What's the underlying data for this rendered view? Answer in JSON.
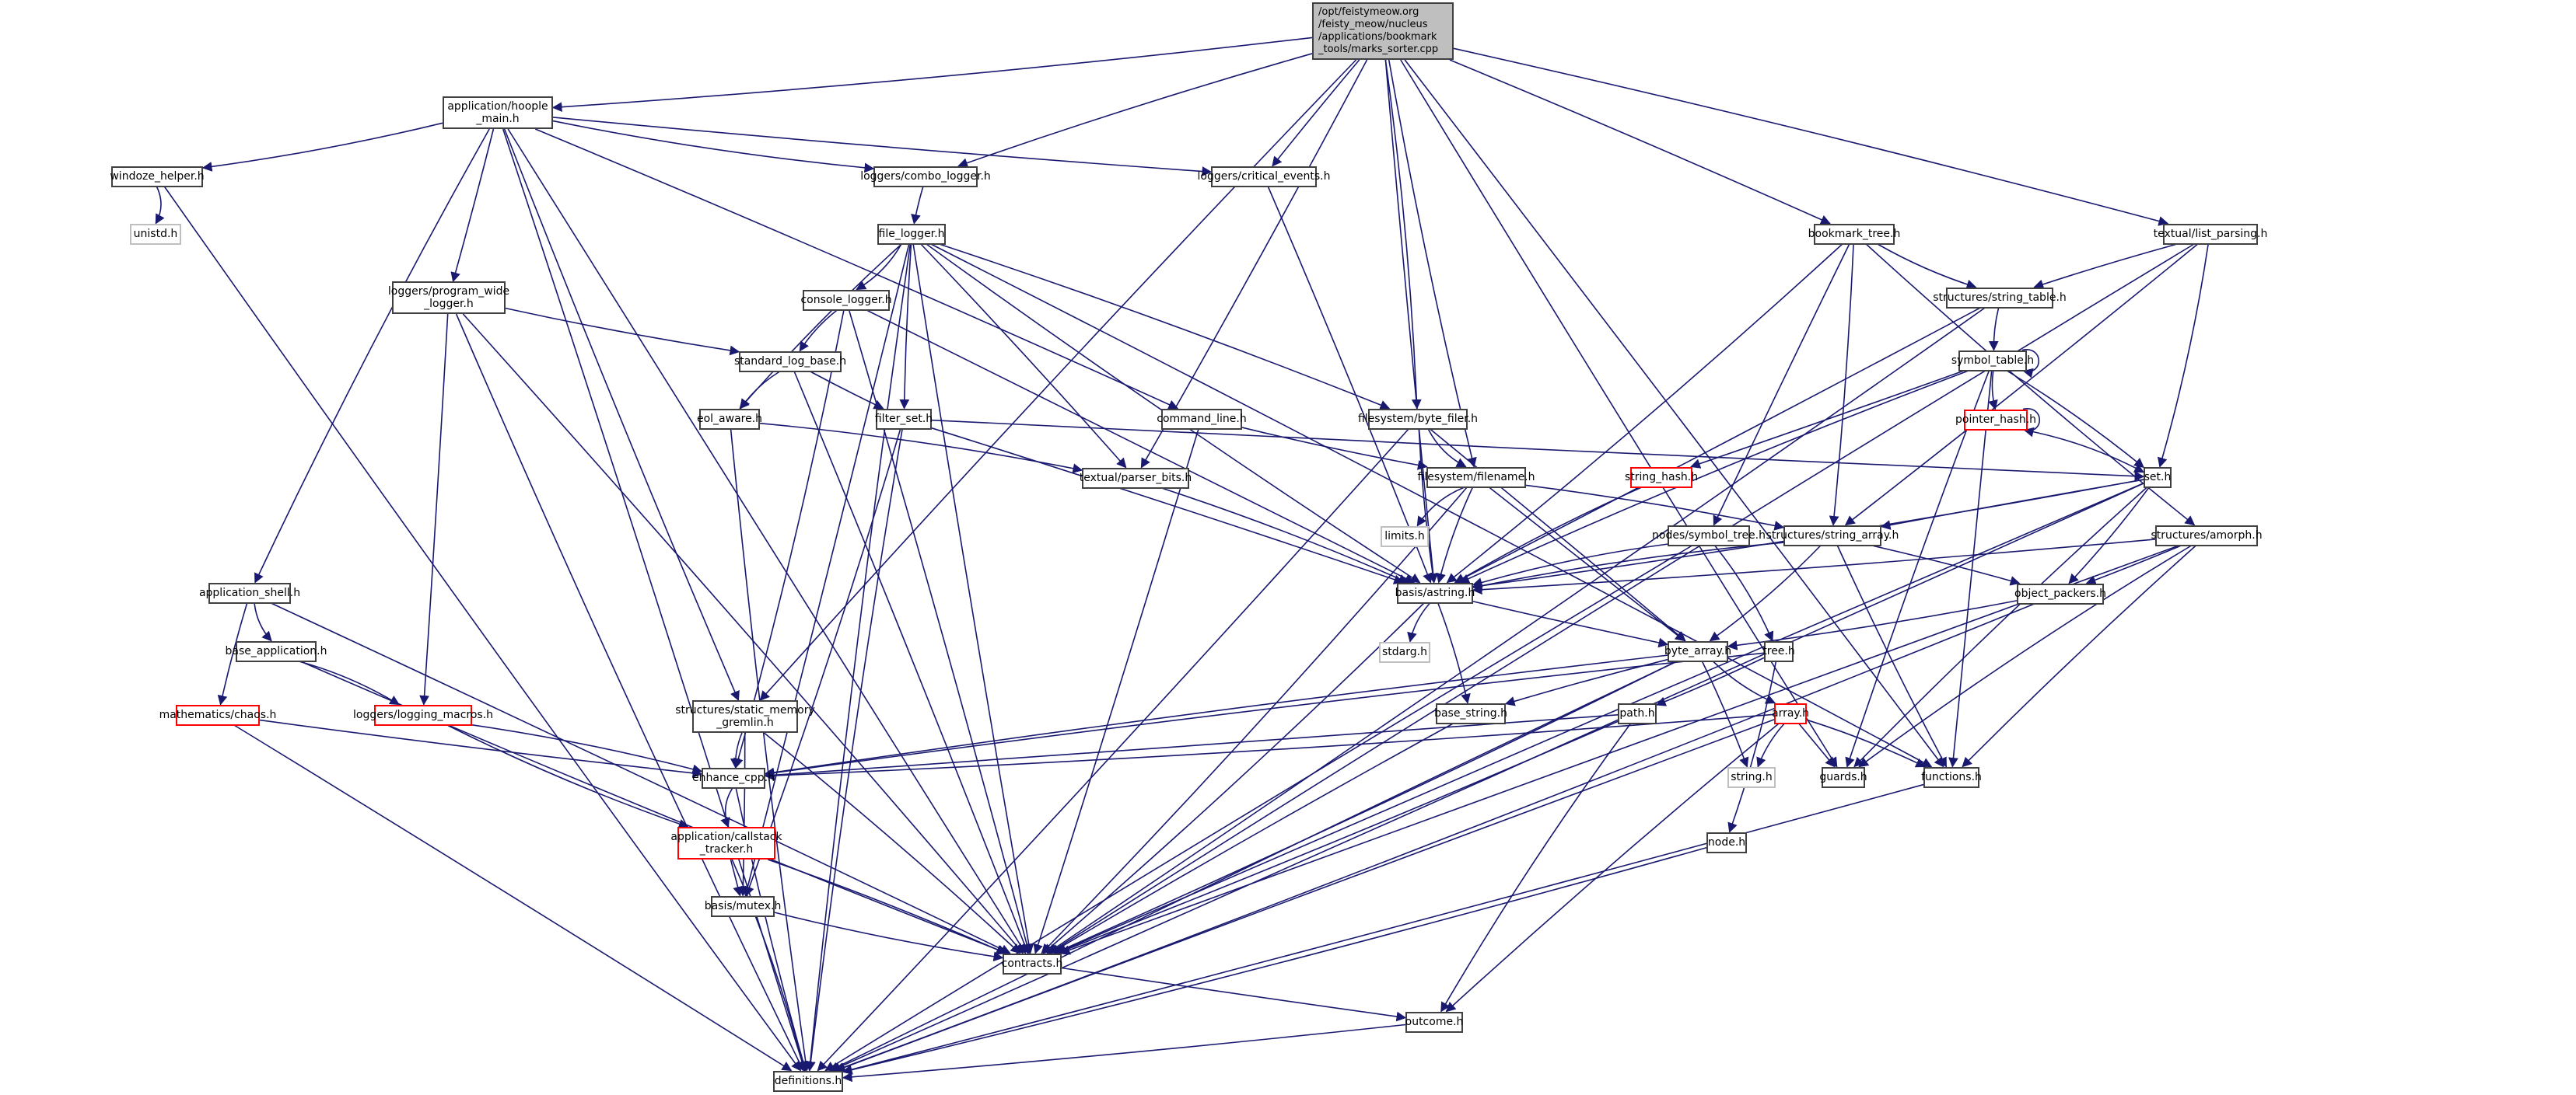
{
  "title": "/opt/feistymeow.org/feisty_meow/nucleus/applications/bookmark_tools/marks_sorter.cpp",
  "colors": {
    "edge": "#191970",
    "root_fill": "#bfbfbf",
    "node_border": "#404040",
    "missing_border": "#ff0000",
    "external_border": "#bfbfbf"
  },
  "nodes": [
    {
      "id": "root",
      "label": "/opt/feistymeow.org\n/feisty_meow/nucleus\n/applications/bookmark\n_tools/marks_sorter.cpp",
      "kind": "root"
    },
    {
      "id": "hoople_main",
      "label": "application/hoople\n_main.h",
      "kind": "normal"
    },
    {
      "id": "windoze_helper",
      "label": "windoze_helper.h",
      "kind": "normal"
    },
    {
      "id": "unistd",
      "label": "unistd.h",
      "kind": "external"
    },
    {
      "id": "combo_logger",
      "label": "loggers/combo_logger.h",
      "kind": "normal"
    },
    {
      "id": "critical_events",
      "label": "loggers/critical_events.h",
      "kind": "normal"
    },
    {
      "id": "file_logger",
      "label": "file_logger.h",
      "kind": "normal"
    },
    {
      "id": "program_wide_logger",
      "label": "loggers/program_wide\n_logger.h",
      "kind": "normal"
    },
    {
      "id": "console_logger",
      "label": "console_logger.h",
      "kind": "normal"
    },
    {
      "id": "standard_log_base",
      "label": "standard_log_base.h",
      "kind": "normal"
    },
    {
      "id": "eol_aware",
      "label": "eol_aware.h",
      "kind": "normal"
    },
    {
      "id": "filter_set",
      "label": "filter_set.h",
      "kind": "normal"
    },
    {
      "id": "command_line",
      "label": "command_line.h",
      "kind": "normal"
    },
    {
      "id": "parser_bits",
      "label": "textual/parser_bits.h",
      "kind": "normal"
    },
    {
      "id": "byte_filer",
      "label": "filesystem/byte_filer.h",
      "kind": "normal"
    },
    {
      "id": "filename",
      "label": "filesystem/filename.h",
      "kind": "normal"
    },
    {
      "id": "limits",
      "label": "limits.h",
      "kind": "external"
    },
    {
      "id": "bookmark_tree",
      "label": "bookmark_tree.h",
      "kind": "normal"
    },
    {
      "id": "list_parsing",
      "label": "textual/list_parsing.h",
      "kind": "normal"
    },
    {
      "id": "string_table",
      "label": "structures/string_table.h",
      "kind": "normal"
    },
    {
      "id": "symbol_table",
      "label": "symbol_table.h",
      "kind": "normal"
    },
    {
      "id": "pointer_hash",
      "label": "pointer_hash.h",
      "kind": "missing"
    },
    {
      "id": "string_hash",
      "label": "string_hash.h",
      "kind": "missing"
    },
    {
      "id": "set",
      "label": "set.h",
      "kind": "normal"
    },
    {
      "id": "symbol_tree",
      "label": "nodes/symbol_tree.h",
      "kind": "normal"
    },
    {
      "id": "string_array",
      "label": "structures/string_array.h",
      "kind": "normal"
    },
    {
      "id": "amorph",
      "label": "structures/amorph.h",
      "kind": "normal"
    },
    {
      "id": "object_packers",
      "label": "object_packers.h",
      "kind": "normal"
    },
    {
      "id": "astring",
      "label": "basis/astring.h",
      "kind": "normal"
    },
    {
      "id": "stdarg",
      "label": "stdarg.h",
      "kind": "external"
    },
    {
      "id": "byte_array",
      "label": "byte_array.h",
      "kind": "normal"
    },
    {
      "id": "tree",
      "label": "tree.h",
      "kind": "normal"
    },
    {
      "id": "base_string",
      "label": "base_string.h",
      "kind": "normal"
    },
    {
      "id": "path",
      "label": "path.h",
      "kind": "normal"
    },
    {
      "id": "array",
      "label": "array.h",
      "kind": "missing"
    },
    {
      "id": "string_h",
      "label": "string.h",
      "kind": "external"
    },
    {
      "id": "guards",
      "label": "guards.h",
      "kind": "normal"
    },
    {
      "id": "functions",
      "label": "functions.h",
      "kind": "normal"
    },
    {
      "id": "node",
      "label": "node.h",
      "kind": "normal"
    },
    {
      "id": "application_shell",
      "label": "application_shell.h",
      "kind": "normal"
    },
    {
      "id": "base_application",
      "label": "base_application.h",
      "kind": "normal"
    },
    {
      "id": "chaos",
      "label": "mathematics/chaos.h",
      "kind": "missing"
    },
    {
      "id": "logging_macros",
      "label": "loggers/logging_macros.h",
      "kind": "missing"
    },
    {
      "id": "static_memory_gremlin",
      "label": "structures/static_memory\n_gremlin.h",
      "kind": "normal"
    },
    {
      "id": "enhance_cpp",
      "label": "enhance_cpp.h",
      "kind": "normal"
    },
    {
      "id": "callstack_tracker",
      "label": "application/callstack\n_tracker.h",
      "kind": "missing"
    },
    {
      "id": "mutex",
      "label": "basis/mutex.h",
      "kind": "normal"
    },
    {
      "id": "contracts",
      "label": "contracts.h",
      "kind": "normal"
    },
    {
      "id": "outcome",
      "label": "outcome.h",
      "kind": "normal"
    },
    {
      "id": "definitions",
      "label": "definitions.h",
      "kind": "normal"
    }
  ],
  "edges": [
    [
      "root",
      "hoople_main"
    ],
    [
      "root",
      "combo_logger"
    ],
    [
      "root",
      "critical_events"
    ],
    [
      "root",
      "parser_bits"
    ],
    [
      "root",
      "byte_filer"
    ],
    [
      "root",
      "filename"
    ],
    [
      "root",
      "astring"
    ],
    [
      "root",
      "bookmark_tree"
    ],
    [
      "root",
      "list_parsing"
    ],
    [
      "root",
      "static_memory_gremlin"
    ],
    [
      "root",
      "guards"
    ],
    [
      "root",
      "functions"
    ],
    [
      "hoople_main",
      "windoze_helper"
    ],
    [
      "hoople_main",
      "combo_logger"
    ],
    [
      "hoople_main",
      "critical_events"
    ],
    [
      "hoople_main",
      "program_wide_logger"
    ],
    [
      "hoople_main",
      "command_line"
    ],
    [
      "hoople_main",
      "application_shell"
    ],
    [
      "hoople_main",
      "static_memory_gremlin"
    ],
    [
      "hoople_main",
      "contracts"
    ],
    [
      "hoople_main",
      "definitions"
    ],
    [
      "windoze_helper",
      "unistd"
    ],
    [
      "windoze_helper",
      "definitions"
    ],
    [
      "combo_logger",
      "file_logger"
    ],
    [
      "critical_events",
      "astring"
    ],
    [
      "file_logger",
      "console_logger"
    ],
    [
      "file_logger",
      "eol_aware"
    ],
    [
      "file_logger",
      "filter_set"
    ],
    [
      "file_logger",
      "parser_bits"
    ],
    [
      "file_logger",
      "byte_filer"
    ],
    [
      "file_logger",
      "astring"
    ],
    [
      "file_logger",
      "contracts"
    ],
    [
      "file_logger",
      "mutex"
    ],
    [
      "file_logger",
      "functions"
    ],
    [
      "file_logger",
      "definitions"
    ],
    [
      "program_wide_logger",
      "standard_log_base"
    ],
    [
      "program_wide_logger",
      "logging_macros"
    ],
    [
      "program_wide_logger",
      "contracts"
    ],
    [
      "program_wide_logger",
      "definitions"
    ],
    [
      "console_logger",
      "standard_log_base"
    ],
    [
      "console_logger",
      "astring"
    ],
    [
      "console_logger",
      "contracts"
    ],
    [
      "console_logger",
      "enhance_cpp"
    ],
    [
      "standard_log_base",
      "eol_aware"
    ],
    [
      "standard_log_base",
      "filter_set"
    ],
    [
      "standard_log_base",
      "contracts"
    ],
    [
      "eol_aware",
      "parser_bits"
    ],
    [
      "eol_aware",
      "definitions"
    ],
    [
      "filter_set",
      "set"
    ],
    [
      "filter_set",
      "astring"
    ],
    [
      "filter_set",
      "mutex"
    ],
    [
      "filter_set",
      "definitions"
    ],
    [
      "command_line",
      "filename"
    ],
    [
      "command_line",
      "contracts"
    ],
    [
      "parser_bits",
      "astring"
    ],
    [
      "byte_filer",
      "filename"
    ],
    [
      "byte_filer",
      "astring"
    ],
    [
      "byte_filer",
      "byte_array"
    ],
    [
      "byte_filer",
      "definitions"
    ],
    [
      "filename",
      "limits"
    ],
    [
      "filename",
      "astring"
    ],
    [
      "filename",
      "byte_array"
    ],
    [
      "filename",
      "string_array"
    ],
    [
      "filename",
      "contracts"
    ],
    [
      "bookmark_tree",
      "string_table"
    ],
    [
      "bookmark_tree",
      "symbol_tree"
    ],
    [
      "bookmark_tree",
      "string_array"
    ],
    [
      "bookmark_tree",
      "astring"
    ],
    [
      "bookmark_tree",
      "amorph"
    ],
    [
      "list_parsing",
      "string_table"
    ],
    [
      "list_parsing",
      "string_array"
    ],
    [
      "list_parsing",
      "set"
    ],
    [
      "list_parsing",
      "contracts"
    ],
    [
      "string_table",
      "symbol_table"
    ],
    [
      "string_table",
      "astring"
    ],
    [
      "string_table",
      "contracts"
    ],
    [
      "symbol_table",
      "symbol_table"
    ],
    [
      "symbol_table",
      "pointer_hash"
    ],
    [
      "symbol_table",
      "string_hash"
    ],
    [
      "symbol_table",
      "set"
    ],
    [
      "symbol_table",
      "astring"
    ],
    [
      "symbol_table",
      "guards"
    ],
    [
      "symbol_table",
      "functions"
    ],
    [
      "pointer_hash",
      "pointer_hash"
    ],
    [
      "pointer_hash",
      "set"
    ],
    [
      "string_hash",
      "astring"
    ],
    [
      "set",
      "string_array"
    ],
    [
      "set",
      "object_packers"
    ],
    [
      "set",
      "astring"
    ],
    [
      "set",
      "guards"
    ],
    [
      "set",
      "contracts"
    ],
    [
      "set",
      "definitions"
    ],
    [
      "symbol_tree",
      "tree"
    ],
    [
      "symbol_tree",
      "astring"
    ],
    [
      "symbol_tree",
      "definitions"
    ],
    [
      "string_array",
      "object_packers"
    ],
    [
      "string_array",
      "byte_array"
    ],
    [
      "string_array",
      "astring"
    ],
    [
      "string_array",
      "functions"
    ],
    [
      "amorph",
      "object_packers"
    ],
    [
      "amorph",
      "astring"
    ],
    [
      "amorph",
      "guards"
    ],
    [
      "amorph",
      "functions"
    ],
    [
      "amorph",
      "contracts"
    ],
    [
      "object_packers",
      "byte_array"
    ],
    [
      "object_packers",
      "definitions"
    ],
    [
      "astring",
      "stdarg"
    ],
    [
      "astring",
      "byte_array"
    ],
    [
      "astring",
      "base_string"
    ],
    [
      "astring",
      "contracts"
    ],
    [
      "byte_array",
      "array"
    ],
    [
      "byte_array",
      "base_string"
    ],
    [
      "byte_array",
      "string_h"
    ],
    [
      "byte_array",
      "contracts"
    ],
    [
      "byte_array",
      "enhance_cpp"
    ],
    [
      "byte_array",
      "definitions"
    ],
    [
      "tree",
      "path"
    ],
    [
      "tree",
      "node"
    ],
    [
      "tree",
      "enhance_cpp"
    ],
    [
      "base_string",
      "contracts"
    ],
    [
      "path",
      "enhance_cpp"
    ],
    [
      "path",
      "contracts"
    ],
    [
      "path",
      "outcome"
    ],
    [
      "array",
      "string_h"
    ],
    [
      "array",
      "guards"
    ],
    [
      "array",
      "functions"
    ],
    [
      "array",
      "enhance_cpp"
    ],
    [
      "array",
      "outcome"
    ],
    [
      "array",
      "definitions"
    ],
    [
      "functions",
      "definitions"
    ],
    [
      "node",
      "definitions"
    ],
    [
      "application_shell",
      "base_application"
    ],
    [
      "application_shell",
      "chaos"
    ],
    [
      "application_shell",
      "contracts"
    ],
    [
      "base_application",
      "logging_macros"
    ],
    [
      "base_application",
      "contracts"
    ],
    [
      "chaos",
      "enhance_cpp"
    ],
    [
      "chaos",
      "definitions"
    ],
    [
      "logging_macros",
      "enhance_cpp"
    ],
    [
      "logging_macros",
      "callstack_tracker"
    ],
    [
      "static_memory_gremlin",
      "enhance_cpp"
    ],
    [
      "static_memory_gremlin",
      "mutex"
    ],
    [
      "static_memory_gremlin",
      "contracts"
    ],
    [
      "enhance_cpp",
      "callstack_tracker"
    ],
    [
      "enhance_cpp",
      "definitions"
    ],
    [
      "callstack_tracker",
      "mutex"
    ],
    [
      "callstack_tracker",
      "contracts"
    ],
    [
      "callstack_tracker",
      "definitions"
    ],
    [
      "mutex",
      "contracts"
    ],
    [
      "contracts",
      "outcome"
    ],
    [
      "outcome",
      "definitions"
    ]
  ]
}
